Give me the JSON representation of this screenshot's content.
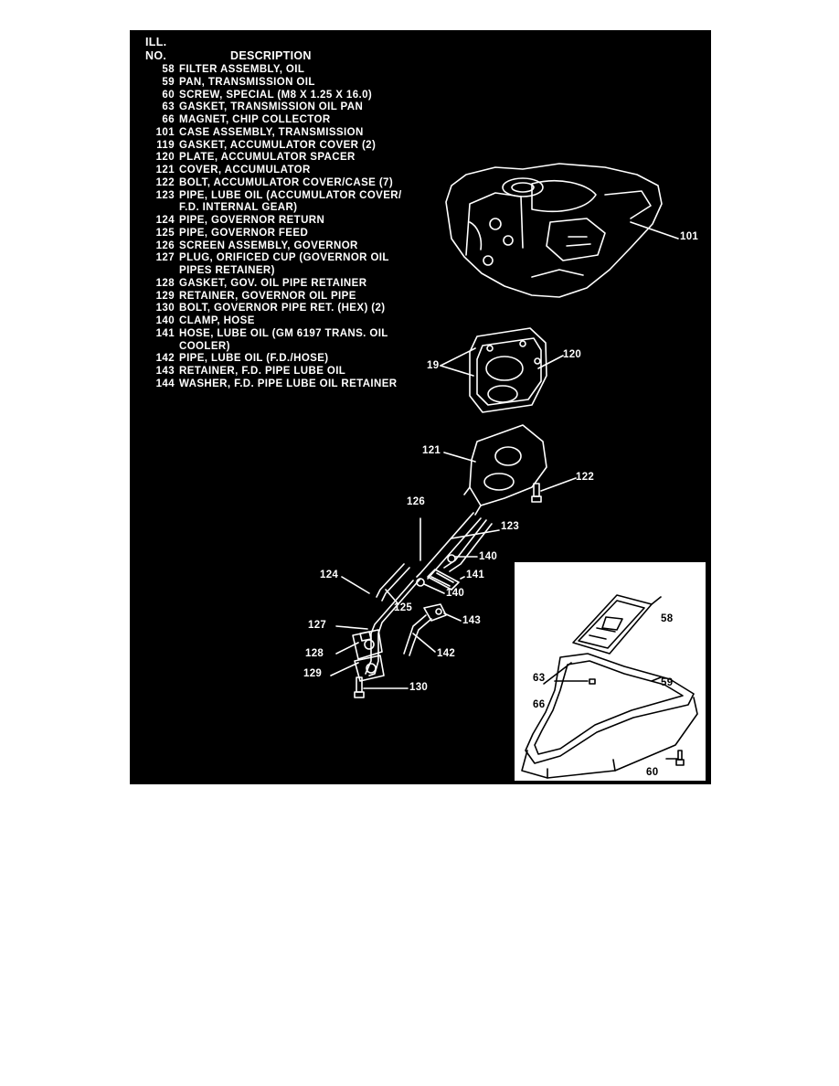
{
  "header": {
    "ill_line1": "ILL.",
    "ill_line2": "NO.",
    "description": "DESCRIPTION"
  },
  "legend": [
    {
      "num": "58",
      "desc": "FILTER ASSEMBLY, OIL"
    },
    {
      "num": "59",
      "desc": "PAN, TRANSMISSION OIL"
    },
    {
      "num": "60",
      "desc": "SCREW, SPECIAL (M8 X 1.25 X 16.0)"
    },
    {
      "num": "63",
      "desc": "GASKET, TRANSMISSION OIL PAN"
    },
    {
      "num": "66",
      "desc": "MAGNET, CHIP COLLECTOR"
    },
    {
      "num": "101",
      "desc": "CASE ASSEMBLY, TRANSMISSION"
    },
    {
      "num": "119",
      "desc": "GASKET, ACCUMULATOR COVER (2)"
    },
    {
      "num": "120",
      "desc": "PLATE, ACCUMULATOR SPACER"
    },
    {
      "num": "121",
      "desc": "COVER, ACCUMULATOR"
    },
    {
      "num": "122",
      "desc": "BOLT, ACCUMULATOR COVER/CASE (7)"
    },
    {
      "num": "123",
      "desc": "PIPE, LUBE OIL (ACCUMULATOR COVER/",
      "desc2": "F.D. INTERNAL GEAR)"
    },
    {
      "num": "124",
      "desc": "PIPE, GOVERNOR RETURN"
    },
    {
      "num": "125",
      "desc": "PIPE, GOVERNOR FEED"
    },
    {
      "num": "126",
      "desc": "SCREEN ASSEMBLY, GOVERNOR"
    },
    {
      "num": "127",
      "desc": "PLUG, ORIFICED CUP (GOVERNOR OIL",
      "desc2": "PIPES RETAINER)"
    },
    {
      "num": "128",
      "desc": "GASKET, GOV. OIL PIPE RETAINER"
    },
    {
      "num": "129",
      "desc": "RETAINER, GOVERNOR OIL PIPE"
    },
    {
      "num": "130",
      "desc": "BOLT, GOVERNOR PIPE RET. (HEX) (2)"
    },
    {
      "num": "140",
      "desc": "CLAMP, HOSE"
    },
    {
      "num": "141",
      "desc": "HOSE, LUBE OIL (GM 6197 TRANS. OIL",
      "desc2": "COOLER)"
    },
    {
      "num": "142",
      "desc": "PIPE, LUBE OIL (F.D./HOSE)"
    },
    {
      "num": "143",
      "desc": "RETAINER, F.D. PIPE LUBE OIL"
    },
    {
      "num": "144",
      "desc": "WASHER, F.D. PIPE LUBE OIL RETAINER"
    }
  ],
  "callouts": {
    "c101": "101",
    "c19": "19",
    "c120": "120",
    "c121": "121",
    "c122": "122",
    "c126": "126",
    "c123": "123",
    "c140a": "140",
    "c124": "124",
    "c141": "141",
    "c140b": "140",
    "c125": "125",
    "c127": "127",
    "c143": "143",
    "c128": "128",
    "c142": "142",
    "c129": "129",
    "c130": "130"
  },
  "inset_callouts": {
    "c58": "58",
    "c63": "63",
    "c59": "59",
    "c66": "66",
    "c60": "60"
  },
  "colors": {
    "background": "#000000",
    "ink": "#ffffff",
    "page": "#ffffff"
  }
}
